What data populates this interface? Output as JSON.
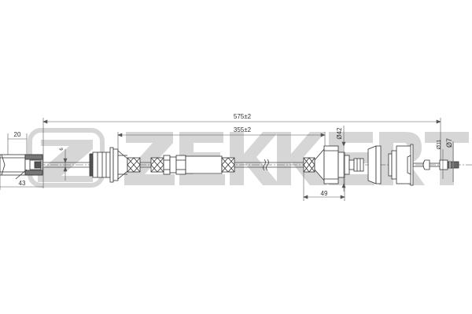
{
  "drawing": {
    "title": "Clutch cable technical drawing",
    "watermark": {
      "text": "ZEKKERT",
      "color": "#d4d4d4"
    },
    "line_color": "#444444",
    "dimensions": {
      "overall_length": "575±2",
      "inner_length": "355±2",
      "left_end_length": "20",
      "left_offset": "43",
      "left_diameter": "6",
      "right_offset": "49",
      "right_body_diameter": "Ø42",
      "right_end_diameter": "Ø11",
      "right_tip_diameter": "Ø7"
    }
  }
}
